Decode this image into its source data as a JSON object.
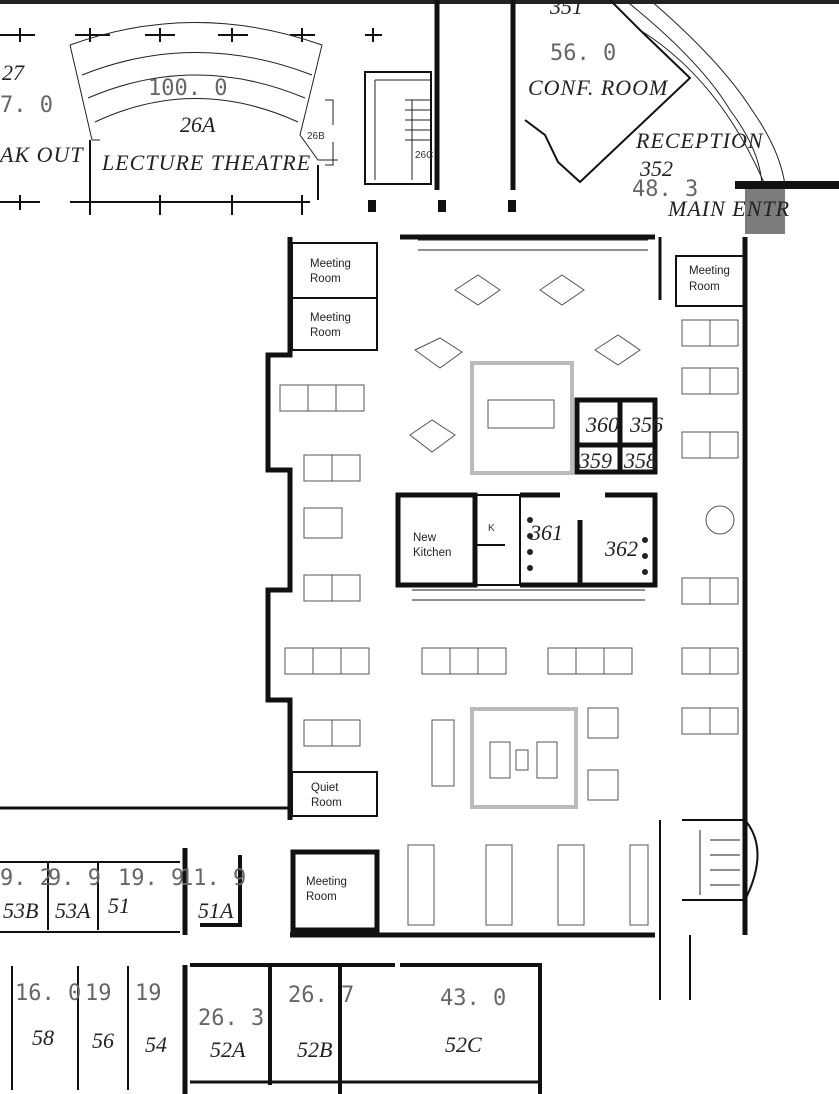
{
  "plan": {
    "top_left": {
      "number": "27",
      "area": "7. 0",
      "name": "AK OUT"
    },
    "lecture_theatre": {
      "area": "100. 0",
      "number": "26A",
      "name": "LECTURE THEATRE",
      "side_room": "26B"
    },
    "stair": {
      "number": "26C"
    },
    "conf_room": {
      "number": "351",
      "area": "56. 0",
      "name": "CONF. ROOM"
    },
    "reception": {
      "name": "RECEPTION",
      "number": "352",
      "area": "48. 3",
      "entrance": "MAIN ENTR"
    },
    "meeting_rooms": [
      {
        "label_1": "Meeting",
        "label_2": "Room"
      },
      {
        "label_1": "Meeting",
        "label_2": "Room"
      },
      {
        "label_1": "Meeting",
        "label_2": "Room"
      },
      {
        "label_1": "Meeting",
        "label_2": "Room"
      }
    ],
    "quiet_room": {
      "label_1": "Quiet",
      "label_2": "Room"
    },
    "kitchen": {
      "label_1": "New",
      "label_2": "Kitchen",
      "k": "K"
    },
    "washrooms": {
      "a": "360",
      "b": "356",
      "c": "359",
      "d": "358",
      "e": "361",
      "f": "362"
    },
    "bottom_rooms": [
      {
        "area": "9. 2",
        "number": "53B"
      },
      {
        "area": "9. 9",
        "number": "53A"
      },
      {
        "area": "19. 9",
        "number": "51"
      },
      {
        "area": "11. 9",
        "number": "51A"
      },
      {
        "area": "16. 0",
        "number": "58"
      },
      {
        "area": "19",
        "number": "56"
      },
      {
        "area": "19",
        "number": "54"
      },
      {
        "area": "26. 3",
        "number": "52A"
      },
      {
        "area": "26. 7",
        "number": "52B"
      },
      {
        "area": "43. 0",
        "number": "52C"
      }
    ]
  }
}
